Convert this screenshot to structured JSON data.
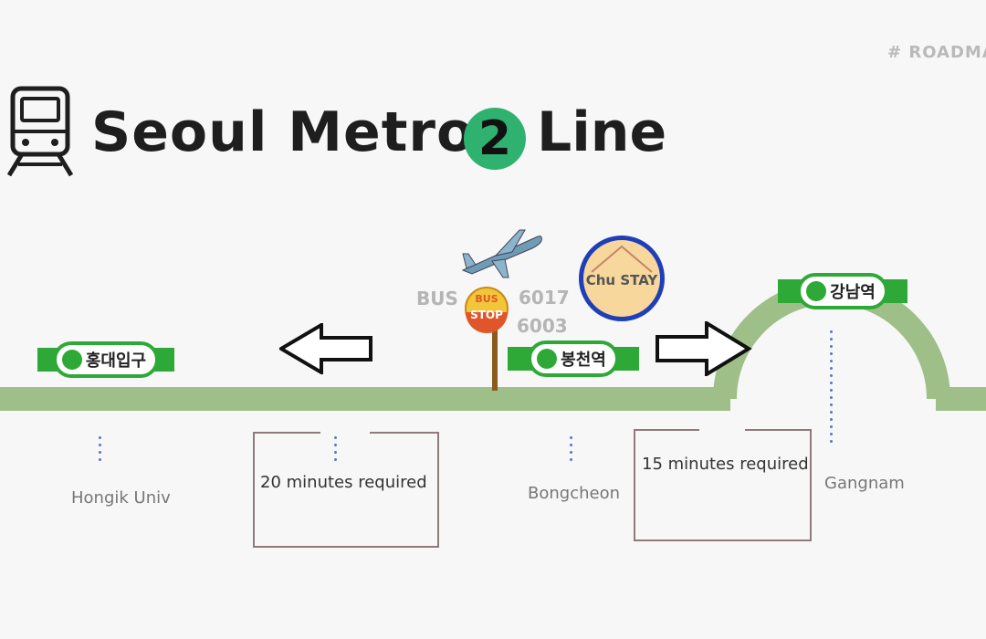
{
  "tag": "# ROADMAP",
  "title": {
    "left": "Seoul Metro",
    "number": "2",
    "right": "Line"
  },
  "stations": [
    {
      "korean": "홍대입구",
      "english": "Hongik Univ"
    },
    {
      "korean": "봉천역",
      "english": "Bongcheon"
    },
    {
      "korean": "강남역",
      "english": "Gangnam"
    }
  ],
  "durations": [
    {
      "text": "20 minutes required"
    },
    {
      "text": "15 minutes required"
    }
  ],
  "bus": {
    "label": "BUS",
    "sign_top": "BUS",
    "sign_bottom": "STOP",
    "routes": [
      "6017",
      "6003"
    ]
  },
  "stay": {
    "label": "Chu STAY"
  },
  "colors": {
    "line": "#9fbf88",
    "station_green": "#2ea938",
    "line2_badge": "#2fb26f",
    "stay_ring": "#1f3fb9"
  }
}
